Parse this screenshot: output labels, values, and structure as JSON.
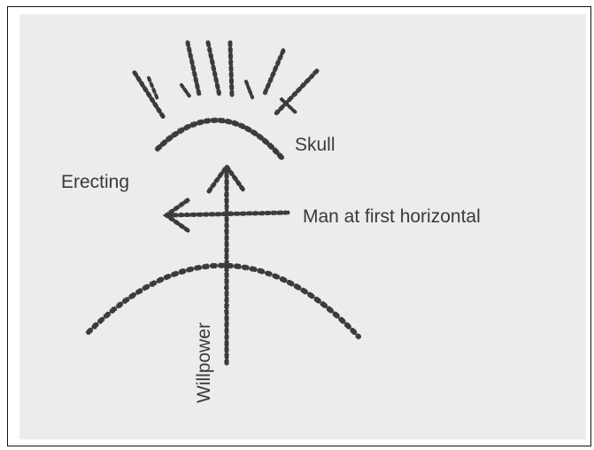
{
  "labels": {
    "skull": "Skull",
    "erecting": "Erecting",
    "man_horizontal": "Man at first horizontal",
    "willpower": "Willpower"
  },
  "colors": {
    "ink": "#3a3a3a",
    "paper": "#ececec",
    "frame": "#111111"
  }
}
